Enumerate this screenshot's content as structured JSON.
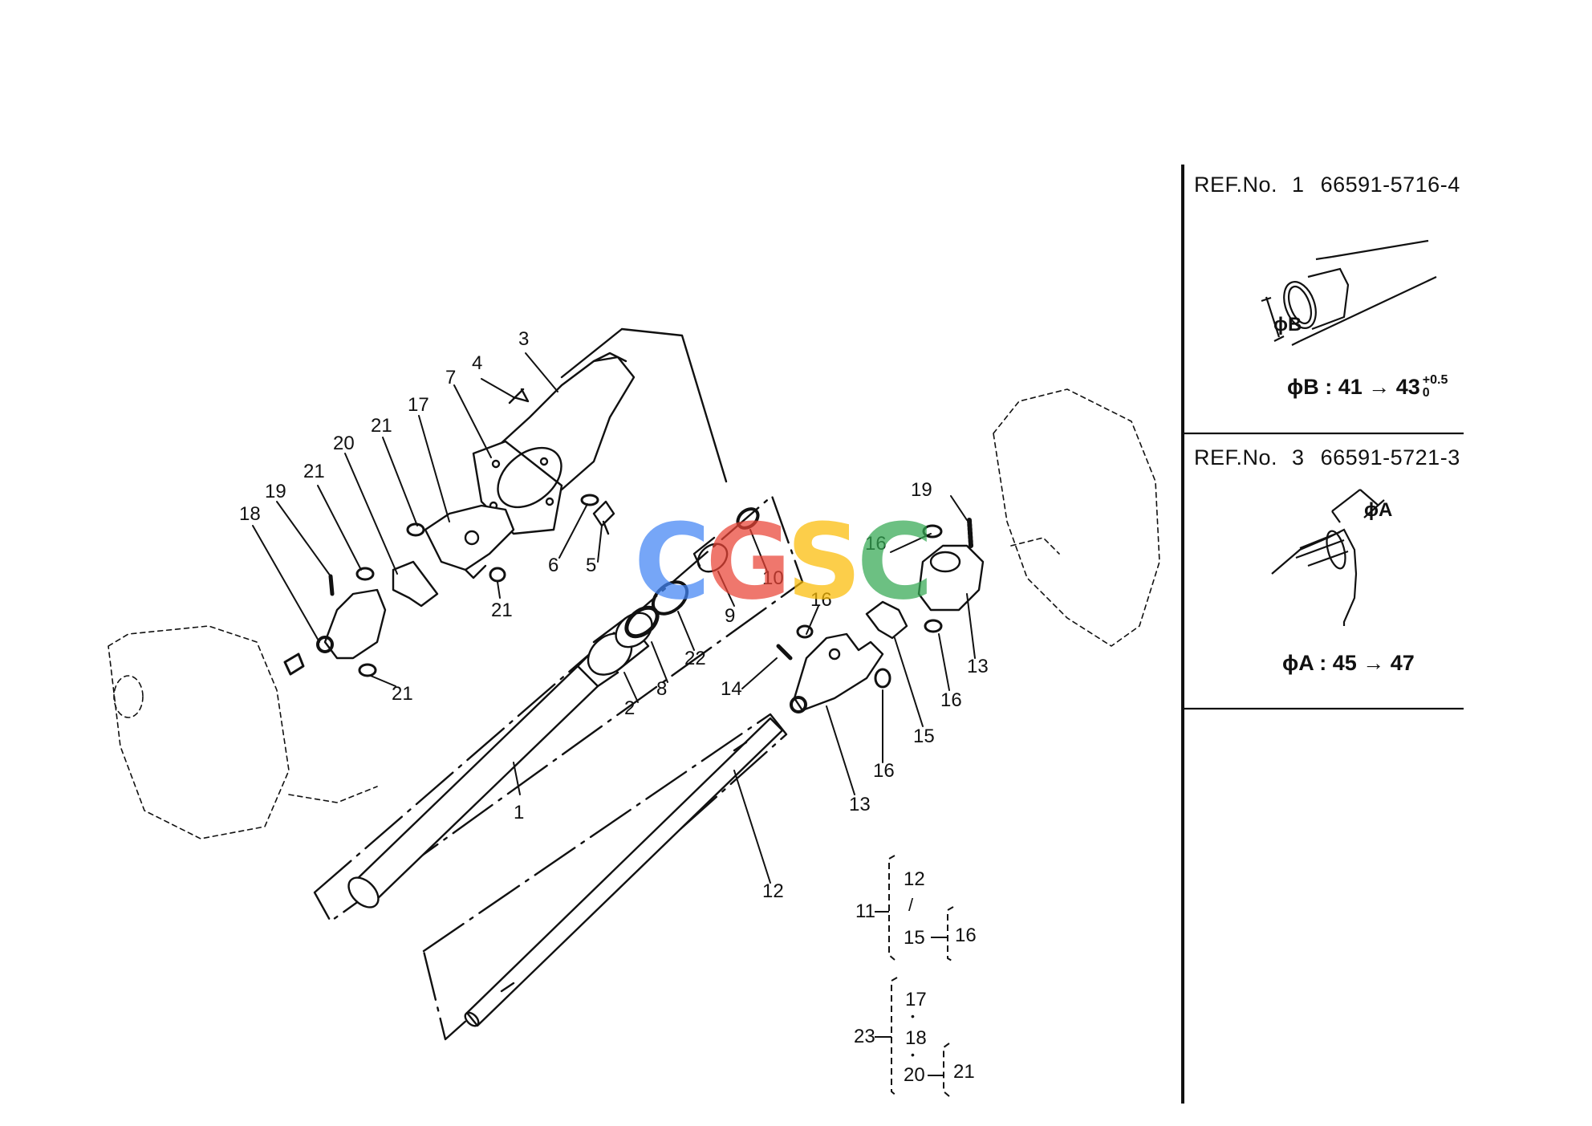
{
  "callouts": [
    {
      "n": "3"
    },
    {
      "n": "4"
    },
    {
      "n": "7"
    },
    {
      "n": "17"
    },
    {
      "n": "21"
    },
    {
      "n": "20"
    },
    {
      "n": "21"
    },
    {
      "n": "19"
    },
    {
      "n": "18"
    },
    {
      "n": "6"
    },
    {
      "n": "5"
    },
    {
      "n": "21"
    },
    {
      "n": "21"
    },
    {
      "n": "10"
    },
    {
      "n": "9"
    },
    {
      "n": "22"
    },
    {
      "n": "8"
    },
    {
      "n": "2"
    },
    {
      "n": "1"
    },
    {
      "n": "12"
    },
    {
      "n": "14"
    },
    {
      "n": "13"
    },
    {
      "n": "16"
    },
    {
      "n": "16"
    },
    {
      "n": "15"
    },
    {
      "n": "16"
    },
    {
      "n": "16"
    },
    {
      "n": "13"
    },
    {
      "n": "19"
    }
  ],
  "groups": {
    "g11": {
      "label": "11",
      "items": [
        "12",
        "15",
        "16"
      ],
      "sep": "/"
    },
    "g23": {
      "label": "23",
      "items": [
        "17",
        "18",
        "20",
        "21"
      ],
      "dot": "•"
    }
  },
  "refs": [
    {
      "label": "REF.No.",
      "num": "1",
      "part": "66591-5716-4",
      "dim_label": "ϕB",
      "dim_text": "ϕB : 41 → 43",
      "tol_upper": "+0.5",
      "tol_lower": "0"
    },
    {
      "label": "REF.No.",
      "num": "3",
      "part": "66591-5721-3",
      "dim_label": "ϕA",
      "dim_text": "ϕA : 45 → 47"
    }
  ],
  "watermark": {
    "text": "CGSC",
    "colors": [
      "#4285F4",
      "#EA4335",
      "#FBBC05",
      "#34A853"
    ]
  }
}
